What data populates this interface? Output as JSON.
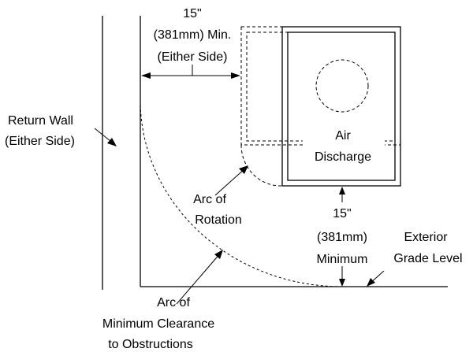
{
  "labels": {
    "side_clearance": {
      "line1": "15\"",
      "line2": "(381mm) Min.",
      "line3": "(Either Side)"
    },
    "return_wall": {
      "line1": "Return Wall",
      "line2": "(Either Side)"
    },
    "air_discharge": {
      "line1": "Air",
      "line2": "Discharge"
    },
    "arc_rotation": {
      "line1": "Arc of",
      "line2": "Rotation"
    },
    "bottom_clearance": {
      "line1": "15\"",
      "line2": "(381mm)",
      "line3": "Minimum"
    },
    "exterior_grade": {
      "line1": "Exterior",
      "line2": "Grade Level"
    },
    "arc_min_clearance": {
      "line1": "Arc of",
      "line2": "Minimum Clearance",
      "line3": "to Obstructions"
    }
  }
}
